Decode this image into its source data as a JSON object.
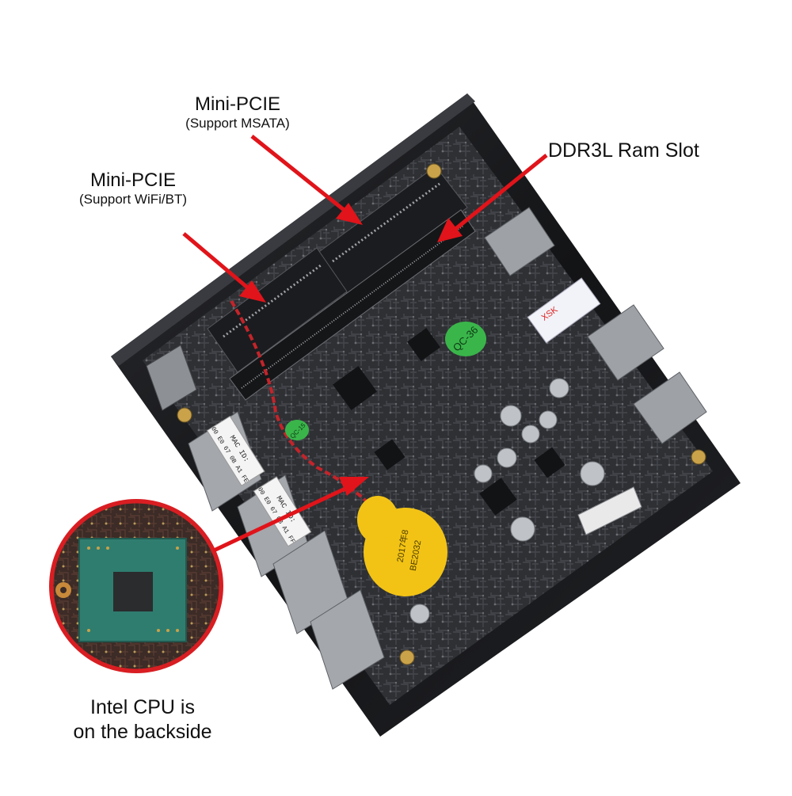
{
  "labels": {
    "mini_pcie_msata": {
      "title": "Mini-PCIE",
      "subtitle": "(Support MSATA)"
    },
    "mini_pcie_wifi": {
      "title": "Mini-PCIE",
      "subtitle": "(Support WiFi/BT)"
    },
    "ram_slot": "DDR3L Ram Slot",
    "cpu_note": {
      "line1": "Intel CPU is",
      "line2": "on the backside"
    }
  },
  "board_stickers": {
    "mac_id_1": {
      "title": "MAC ID:",
      "value": "00 E0 67 0B A1 FE"
    },
    "mac_id_2": {
      "title": "MAC ID:",
      "value": "00 E0 67 0B A1 FF"
    },
    "qc_pass": "QC-36",
    "qc_small": "QC-15",
    "battery": {
      "line1": "2017年8",
      "line2": "BE2032"
    },
    "brand_tag": "XSK"
  },
  "colors": {
    "arrow": "#e0141a",
    "board": "#2a2b2f",
    "case": "#17181b",
    "battery": "#f2c315",
    "sticker_green": "#3ab54a",
    "callout_ring": "#d81e22"
  }
}
